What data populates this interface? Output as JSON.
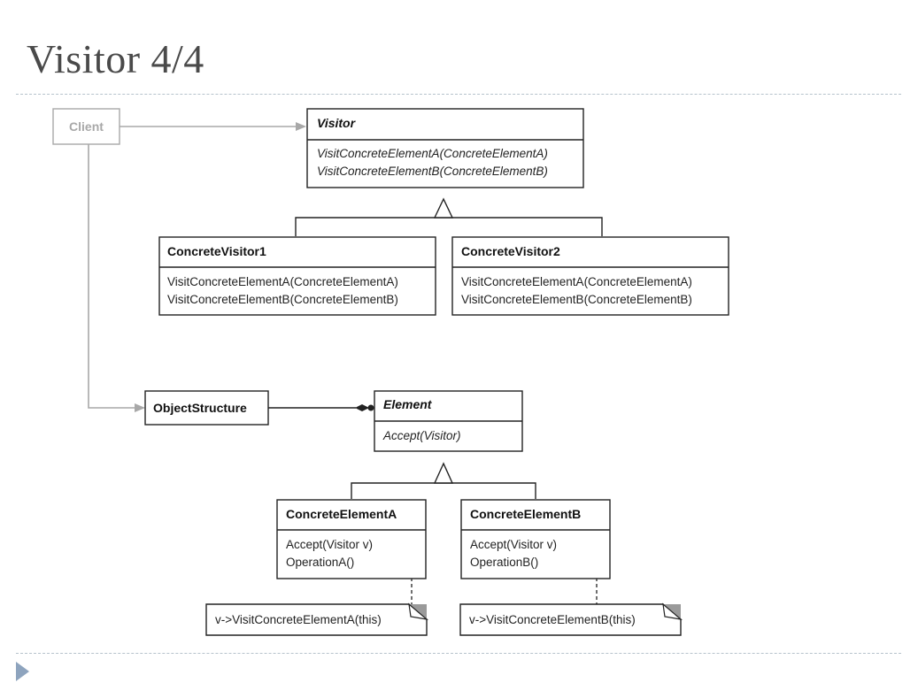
{
  "slide": {
    "title": "Visitor 4/4"
  },
  "diagram": {
    "client": "Client",
    "visitor": {
      "name": "Visitor",
      "ops": [
        "VisitConcreteElementA(ConcreteElementA)",
        "VisitConcreteElementB(ConcreteElementB)"
      ]
    },
    "concrete_visitor_1": {
      "name": "ConcreteVisitor1",
      "ops": [
        "VisitConcreteElementA(ConcreteElementA)",
        "VisitConcreteElementB(ConcreteElementB)"
      ]
    },
    "concrete_visitor_2": {
      "name": "ConcreteVisitor2",
      "ops": [
        "VisitConcreteElementA(ConcreteElementA)",
        "VisitConcreteElementB(ConcreteElementB)"
      ]
    },
    "object_structure": "ObjectStructure",
    "element": {
      "name": "Element",
      "ops": [
        "Accept(Visitor)"
      ]
    },
    "concrete_element_a": {
      "name": "ConcreteElementA",
      "ops": [
        "Accept(Visitor v)",
        "OperationA()"
      ]
    },
    "concrete_element_b": {
      "name": "ConcreteElementB",
      "ops": [
        "Accept(Visitor v)",
        "OperationB()"
      ]
    },
    "note_a": "v->VisitConcreteElementA(this)",
    "note_b": "v->VisitConcreteElementB(this)"
  }
}
